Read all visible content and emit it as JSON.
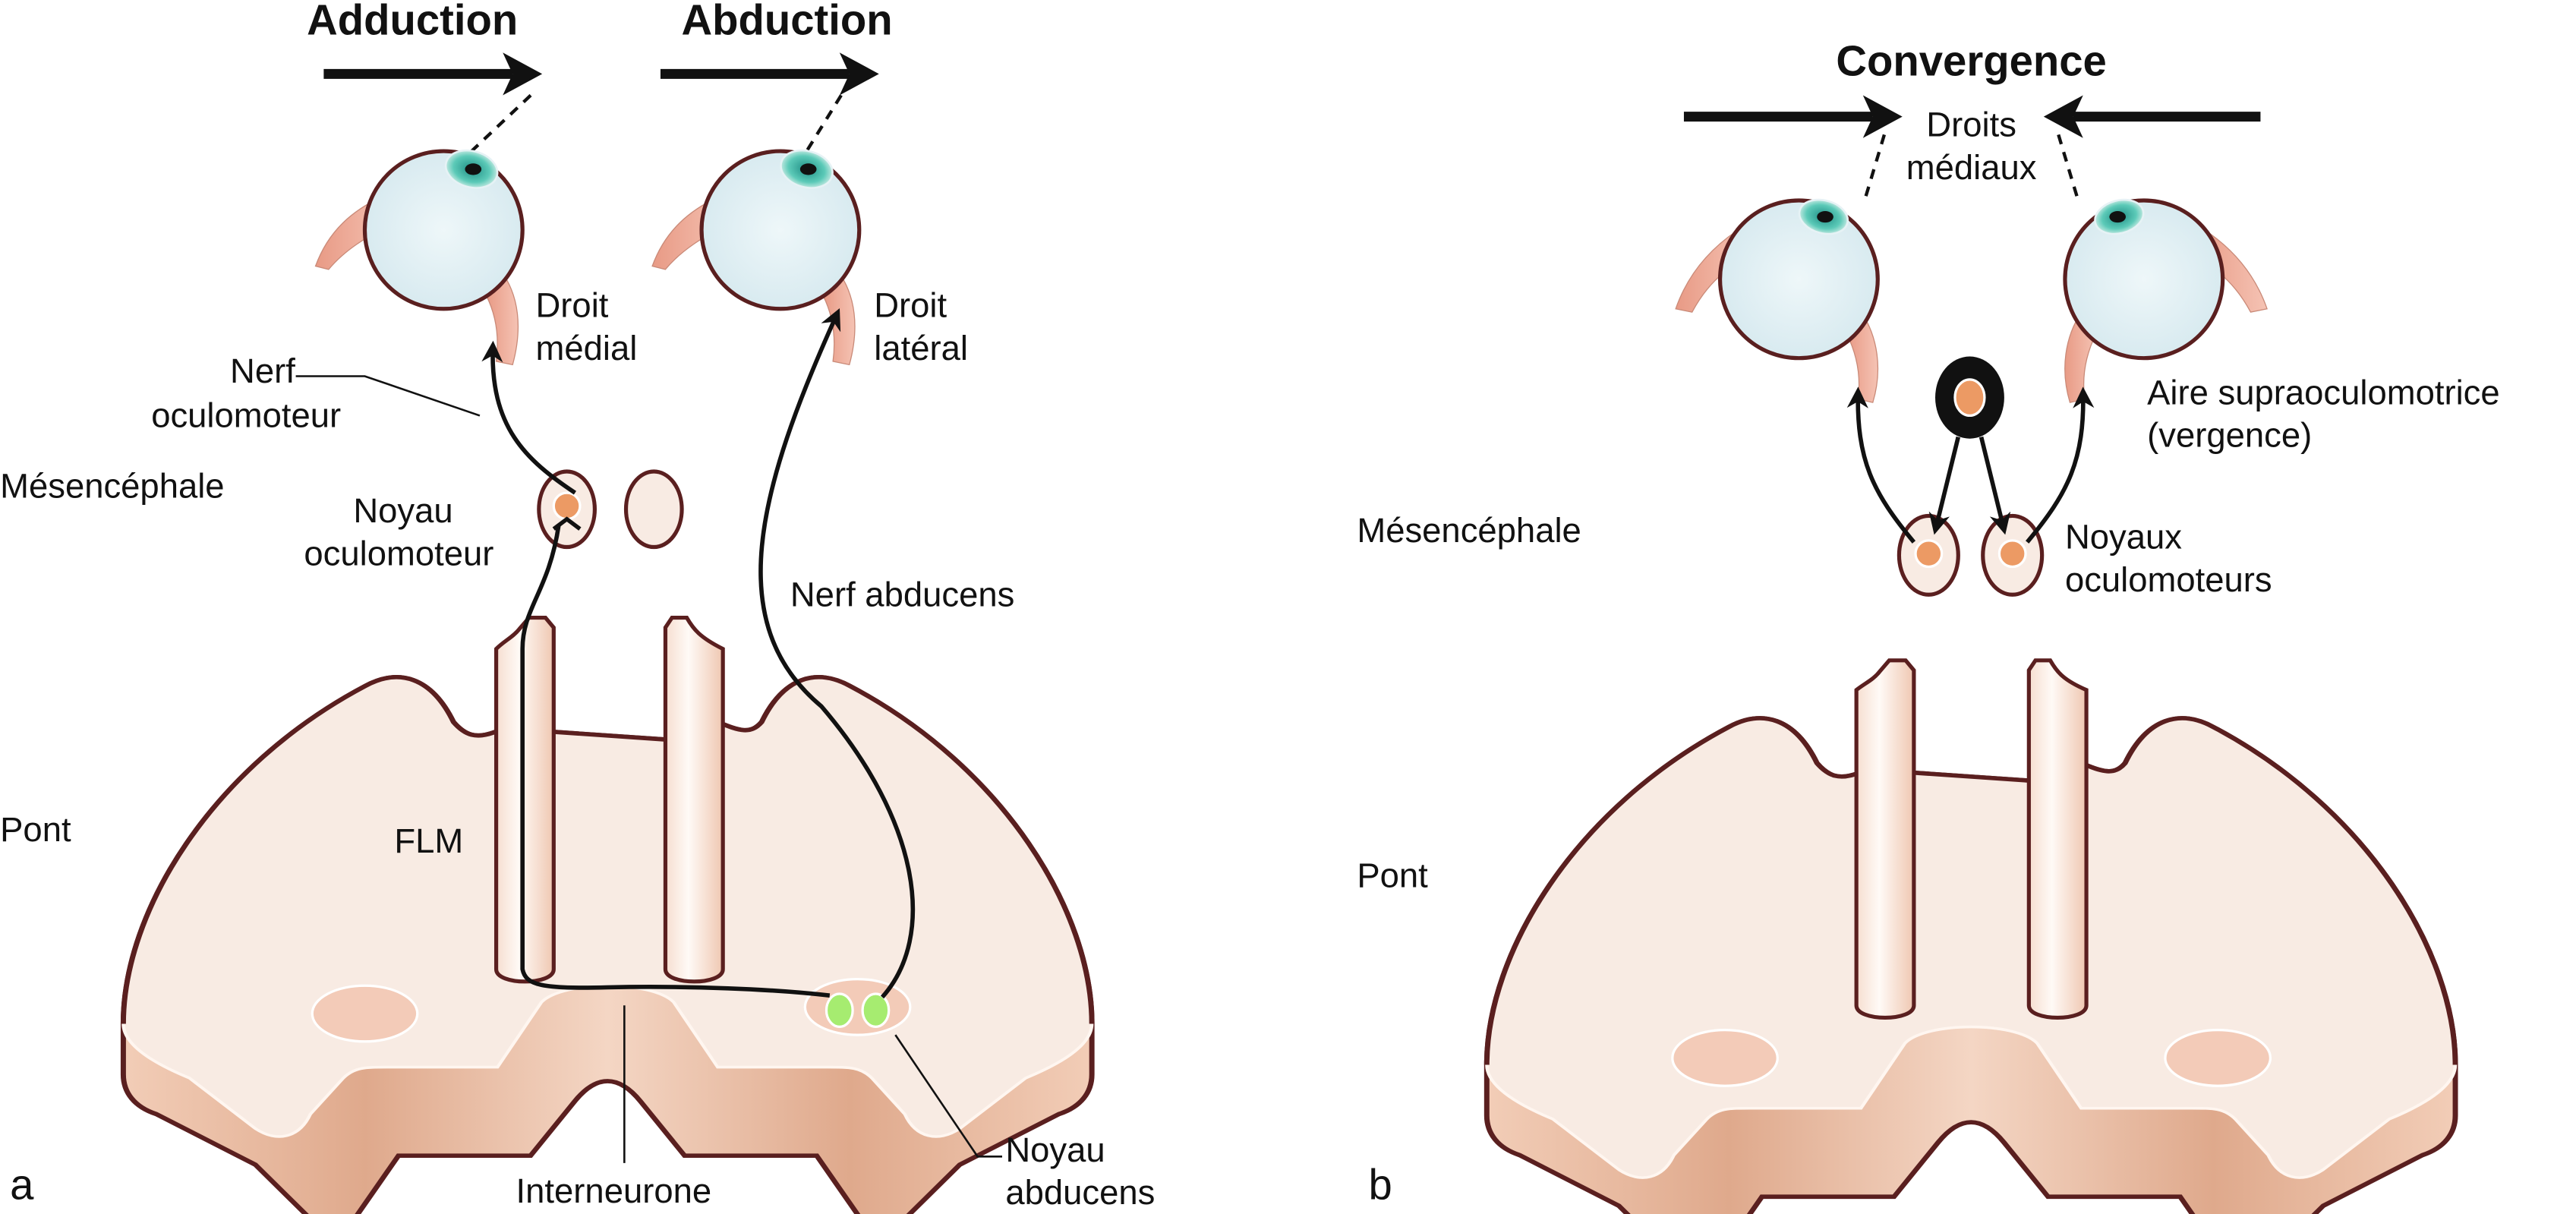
{
  "panel_a": {
    "letter": "a",
    "titles": {
      "adduction": "Adduction",
      "abduction": "Abduction"
    },
    "labels": {
      "droit_medial": [
        "Droit",
        "médial"
      ],
      "droit_lateral": [
        "Droit",
        "latéral"
      ],
      "nerf_oculomoteur": [
        "Nerf",
        "oculomoteur"
      ],
      "mesencephale": "Mésencéphale",
      "noyau_oculomoteur": [
        "Noyau",
        "oculomoteur"
      ],
      "nerf_abducens": "Nerf abducens",
      "pont": "Pont",
      "flm": "FLM",
      "interneurone": "Interneurone",
      "noyau_abducens": [
        "Noyau",
        "abducens"
      ]
    }
  },
  "panel_b": {
    "letter": "b",
    "title": "Convergence",
    "labels": {
      "droits_mediaux": [
        "Droits",
        "médiaux"
      ],
      "aire_supraoculomotrice": [
        "Aire supraoculomotrice",
        "(vergence)"
      ],
      "mesencephale": "Mésencéphale",
      "noyaux_oculomoteurs": [
        "Noyaux",
        "oculomoteurs"
      ],
      "pont": "Pont"
    }
  },
  "colors": {
    "outline": "#5a1f1f",
    "tissue": "#f8ebe3",
    "tissue_side": "#e8b59c",
    "nucleus_orange": "#ec9a64",
    "abducens_green": "#a6ec70",
    "eye": "#e4f1f5",
    "iris": "#3fb8a6",
    "muscle": "#eda58f"
  }
}
